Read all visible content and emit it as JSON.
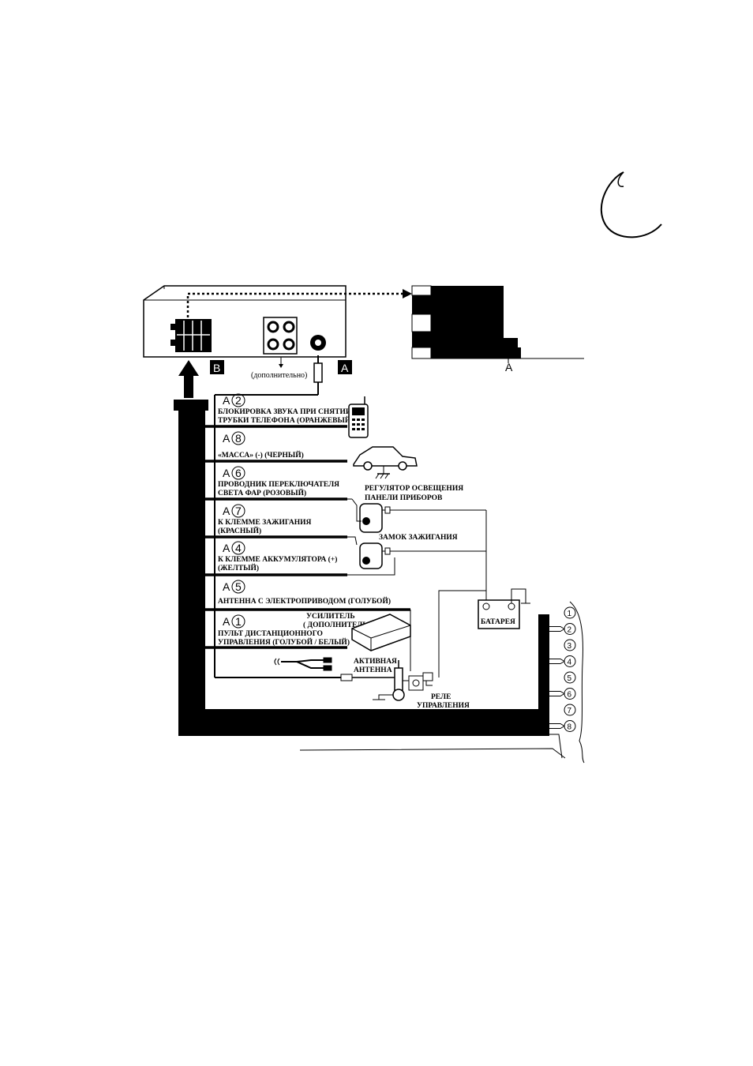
{
  "unit": {
    "optional_note": "(дополнительно)",
    "connector_a": "A",
    "connector_b": "B",
    "harness_label": "A"
  },
  "wires": [
    {
      "code": "A",
      "num": "2",
      "label_lines": [
        "БЛОКИРОВКА ЗВУКА ПРИ СНЯТИИ",
        "ТРУБКИ ТЕЛЕФОНА (ОРАНЖЕВЫЙ)"
      ]
    },
    {
      "code": "A",
      "num": "8",
      "label_lines": [
        "«МАССА» (-) (ЧЕРНЫЙ)"
      ]
    },
    {
      "code": "A",
      "num": "6",
      "label_lines": [
        "ПРОВОДНИК ПЕРЕКЛЮЧАТЕЛЯ",
        "СВЕТА ФАР (РОЗОВЫЙ)"
      ]
    },
    {
      "code": "A",
      "num": "7",
      "label_lines": [
        "К КЛЕММЕ ЗАЖИГАНИЯ",
        "(КРАСНЫЙ)"
      ]
    },
    {
      "code": "A",
      "num": "4",
      "label_lines": [
        "К КЛЕММЕ АККУМУЛЯТОРА (+)",
        "(ЖЕЛТЫЙ)"
      ]
    },
    {
      "code": "A",
      "num": "5",
      "label_lines": [
        "АНТЕННА С ЭЛЕКТРОПРИВОДОМ (ГОЛУБОЙ)"
      ]
    },
    {
      "code": "A",
      "num": "1",
      "label_lines": [
        "ПУЛЬТ ДИСТАНЦИОННОГО",
        "УПРАВЛЕНИЯ (ГОЛУБОЙ / БЕЛЫЙ)"
      ]
    }
  ],
  "devices": {
    "dimmer_lines": [
      "РЕГУЛЯТОР ОСВЕЩЕНИЯ",
      "ПАНЕЛИ ПРИБОРОВ"
    ],
    "ignition": "ЗАМОК ЗАЖИГАНИЯ",
    "battery": "БАТАРЕЯ",
    "amplifier_lines": [
      "УСИЛИТЕЛЬ",
      "( ДОПОЛНИТЕЛЬНО )"
    ],
    "active_antenna_lines": [
      "АКТИВНАЯ",
      "АНТЕННА"
    ],
    "relay_lines": [
      "РЕЛЕ",
      "УПРАВЛЕНИЯ"
    ]
  },
  "pins": [
    "1",
    "2",
    "3",
    "4",
    "5",
    "6",
    "7",
    "8"
  ]
}
